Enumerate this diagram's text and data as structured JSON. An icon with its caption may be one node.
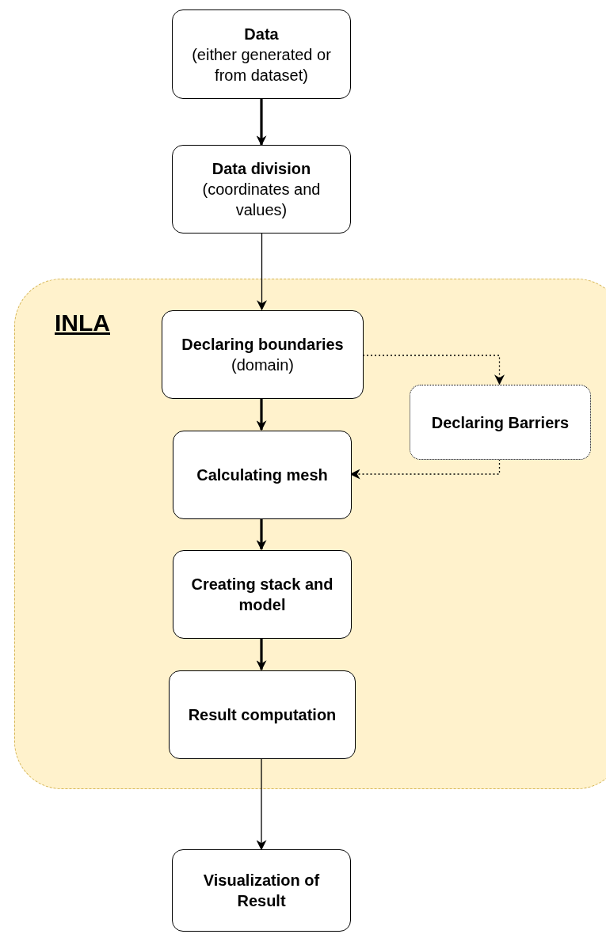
{
  "diagram": {
    "nodes": [
      {
        "text": [
          "Data",
          "(either generated or from dataset)"
        ]
      },
      {
        "text": [
          "Data division",
          "(coordinates and values)"
        ]
      },
      {
        "text": [
          "INLA"
        ]
      },
      {
        "text": [
          "Declaring boundaries",
          "(domain)"
        ],
        "in": 2
      },
      {
        "text": [
          "Declaring Barriers"
        ],
        "in": 2
      },
      {
        "text": [
          "Calculating mesh"
        ],
        "in": 2
      },
      {
        "text": [
          "Creating stack and model"
        ],
        "in": 2
      },
      {
        "text": [
          "Result computation"
        ],
        "in": 2
      },
      {
        "text": [
          "Visualization of Result"
        ]
      }
    ],
    "edges": [
      {
        "from": 0,
        "to": 1,
        "arrow": "to",
        "style": "thick"
      },
      {
        "from": 1,
        "to": 3,
        "arrow": "to"
      },
      {
        "from": 3,
        "to": 4,
        "arrow": "to",
        "style": "dashed"
      },
      {
        "from": 3,
        "to": 5,
        "arrow": "to",
        "style": "thick"
      },
      {
        "from": 4,
        "to": 5,
        "arrow": "to",
        "style": "dashed"
      },
      {
        "from": 5,
        "to": 6,
        "arrow": "to",
        "style": "thick"
      },
      {
        "from": 6,
        "to": 7,
        "arrow": "to",
        "style": "thick"
      },
      {
        "from": 7,
        "to": 8,
        "arrow": "to"
      }
    ]
  }
}
